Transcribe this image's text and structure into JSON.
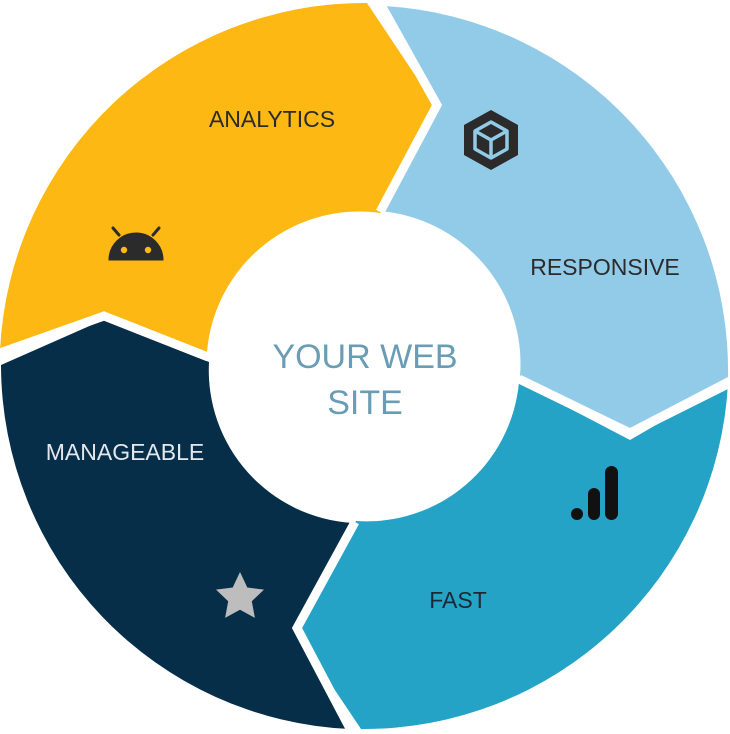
{
  "center": {
    "line1": "YOUR WEB",
    "line2": "SITE",
    "color": "#6a9db5"
  },
  "segments": [
    {
      "id": "analytics",
      "label": "ANALYTICS",
      "color": "#fdb813",
      "label_color": "#2b2b2b",
      "icon": "android-icon",
      "icon_color": "#2b2b2b"
    },
    {
      "id": "responsive",
      "label": "RESPONSIVE",
      "color": "#92cbe8",
      "label_color": "#2b2b2b",
      "icon": "cube-icon",
      "icon_color": "#2b2b2b"
    },
    {
      "id": "fast",
      "label": "FAST",
      "color": "#25a3c6",
      "label_color": "#1c2833",
      "icon": "bar-chart-icon",
      "icon_color": "#111111"
    },
    {
      "id": "manageable",
      "label": "MANAGEABLE",
      "color": "#062e48",
      "label_color": "#e3e8ec",
      "icon": "star-icon",
      "icon_color": "#bdbdbd"
    }
  ]
}
